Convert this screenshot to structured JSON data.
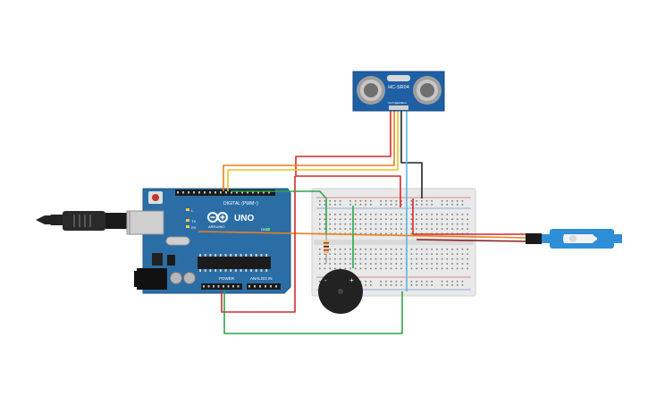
{
  "sensor": {
    "model": "HC-SR04",
    "pins": [
      "Vcc",
      "Trig",
      "Echo",
      "Gnd"
    ]
  },
  "arduino": {
    "brand": "ARDUINO",
    "model": "UNO",
    "digital_header": "DIGITAL (PWM~)",
    "power_header": "POWER",
    "analog_header": "ANALOG IN",
    "on_label": "ON",
    "tx_label": "TX",
    "rx_label": "RX",
    "l_label": "L"
  },
  "buzzer": {
    "minus": "-",
    "plus": "+"
  },
  "colors": {
    "arduino_board": "#2b6ea6",
    "breadboard": "#e9e9e9",
    "sensor_board": "#1f5fa3",
    "servo_body": "#2f8ed8",
    "wire_red": "#d42a2a",
    "wire_orange": "#e8801e",
    "wire_yellow": "#e6c21e",
    "wire_green": "#2fa44a",
    "wire_black": "#222222",
    "wire_blue": "#57b8e6",
    "buzzer": "#222222"
  }
}
